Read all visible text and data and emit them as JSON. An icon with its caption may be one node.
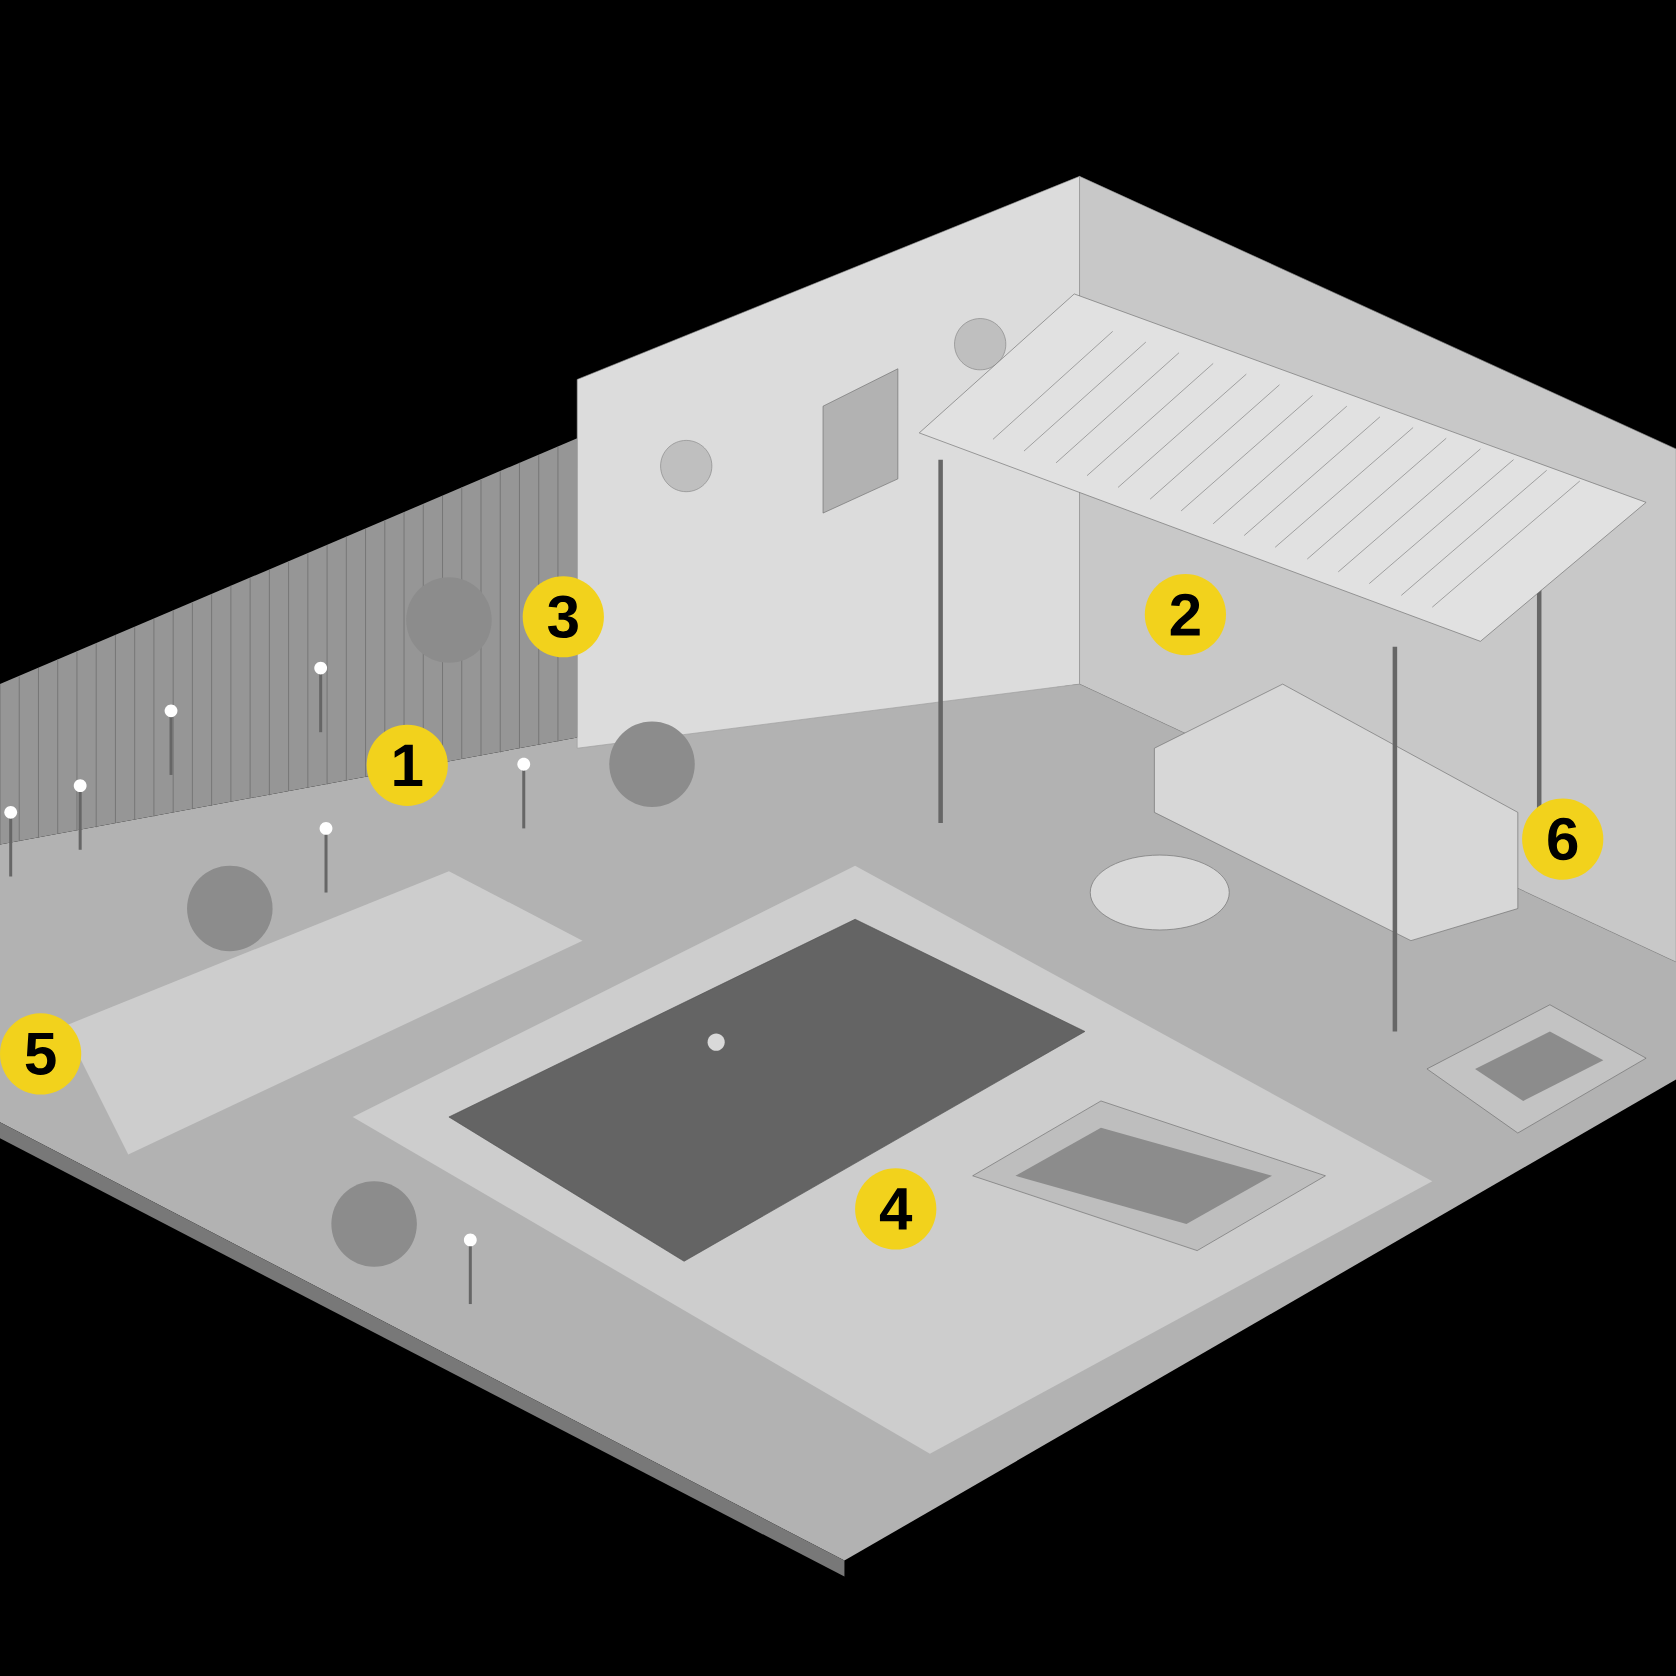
{
  "diagram": {
    "labels": [
      "3",
      "2",
      "1",
      "6",
      "5",
      "4"
    ]
  }
}
